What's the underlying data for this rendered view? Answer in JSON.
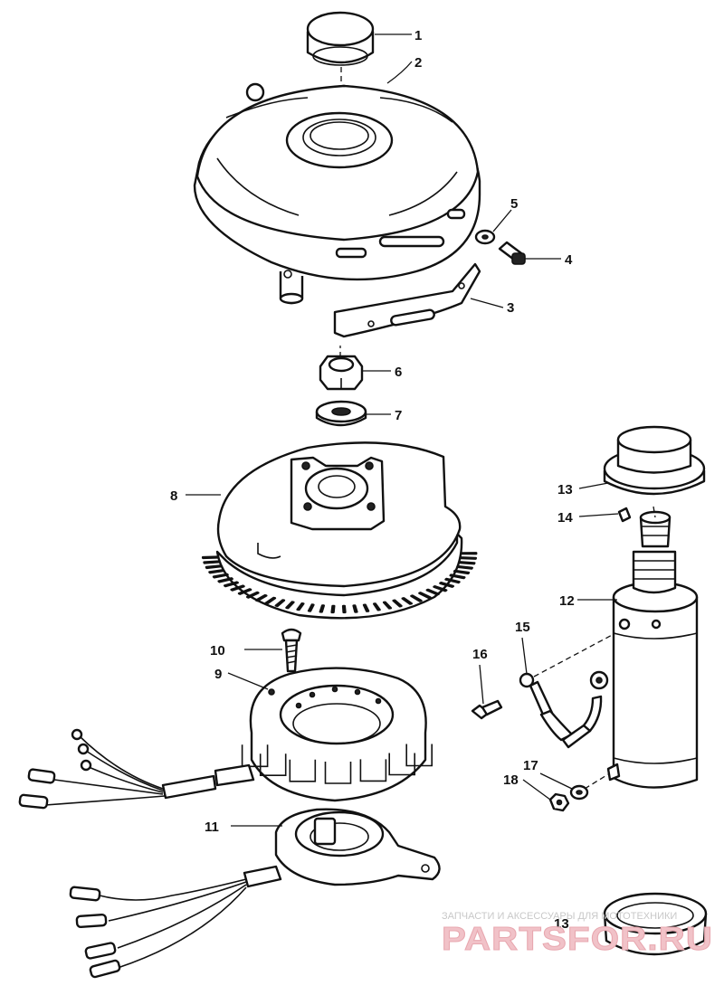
{
  "diagram": {
    "callouts": [
      {
        "id": "c1",
        "text": "1"
      },
      {
        "id": "c2",
        "text": "2"
      },
      {
        "id": "c3",
        "text": "3"
      },
      {
        "id": "c4",
        "text": "4"
      },
      {
        "id": "c5",
        "text": "5"
      },
      {
        "id": "c6",
        "text": "6"
      },
      {
        "id": "c7",
        "text": "7"
      },
      {
        "id": "c8",
        "text": "8"
      },
      {
        "id": "c9",
        "text": "9"
      },
      {
        "id": "c10",
        "text": "10"
      },
      {
        "id": "c11",
        "text": "11"
      },
      {
        "id": "c12",
        "text": "12"
      },
      {
        "id": "c13a",
        "text": "13"
      },
      {
        "id": "c13b",
        "text": "13"
      },
      {
        "id": "c14",
        "text": "14"
      },
      {
        "id": "c15",
        "text": "15"
      },
      {
        "id": "c16",
        "text": "16"
      },
      {
        "id": "c17",
        "text": "17"
      },
      {
        "id": "c18",
        "text": "18"
      }
    ],
    "icons": [
      "cap",
      "flywheel-cover",
      "bracket",
      "screw",
      "washer",
      "nut",
      "washer",
      "flywheel",
      "stator",
      "screw",
      "trigger",
      "starter-motor",
      "collar",
      "clip",
      "cable",
      "bolt",
      "washer",
      "nut"
    ]
  },
  "watermark": {
    "caption": "ЗАПЧАСТИ И АКСЕССУАРЫ ДЛЯ МОТОТЕХНИКИ",
    "brand": "PARTSFOR.RU",
    "brand_color": "#e8a8b0"
  }
}
